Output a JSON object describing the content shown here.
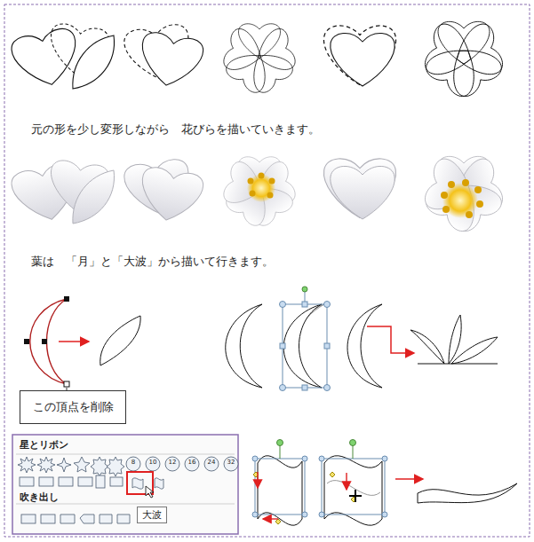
{
  "diagram": {
    "nodes": [
      {
        "text": [
          "この頂点を削除"
        ]
      },
      {
        "text": [
          "大波"
        ]
      }
    ],
    "labels": [
      "元の形を少し変形しながら　花びらを描いていきます。",
      "葉は　「月」と「大波」から描いて行きます。",
      "星とリボン",
      "8",
      "10",
      "12",
      "16",
      "24",
      "32",
      "吹き出し"
    ]
  }
}
